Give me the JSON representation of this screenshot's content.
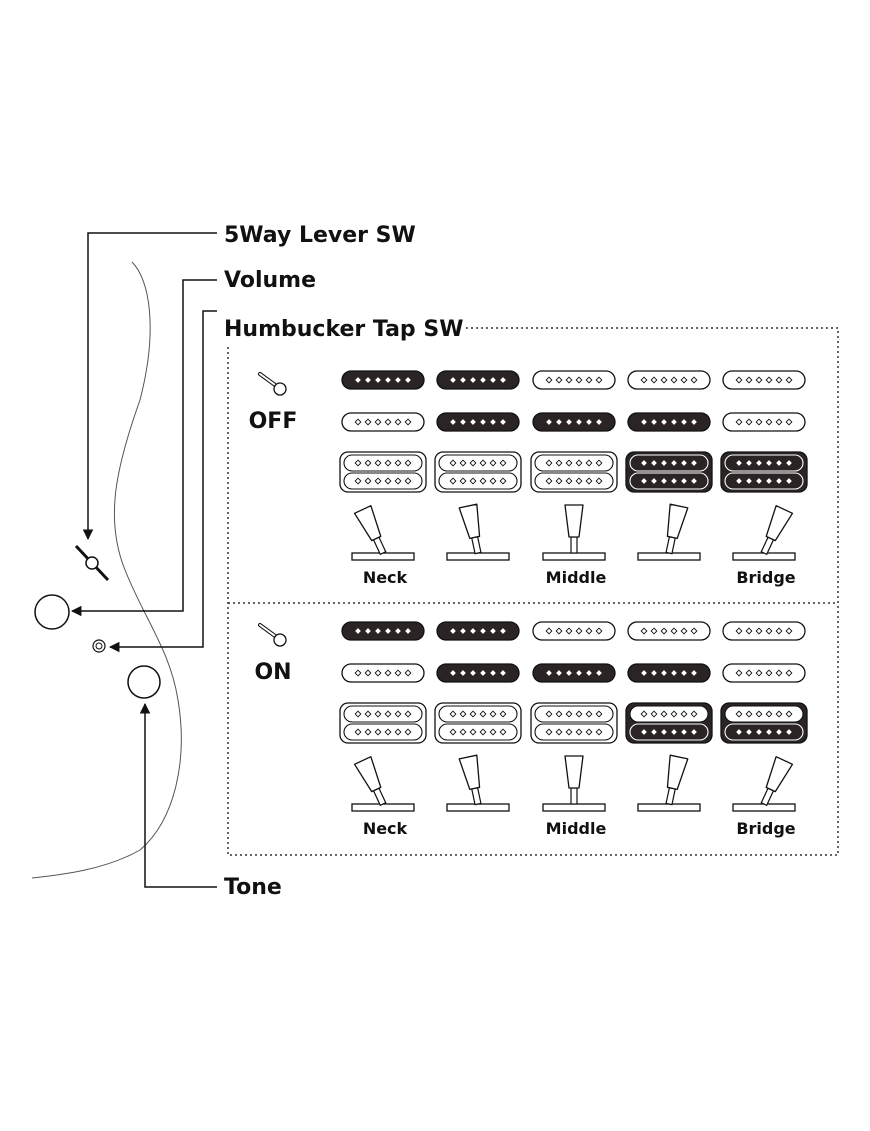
{
  "labels": {
    "lever_sw": "5Way Lever SW",
    "volume": "Volume",
    "tap_sw": "Humbucker Tap SW",
    "tone": "Tone"
  },
  "colors": {
    "ink": "#111111",
    "active": "#2a2424",
    "inactive": "#ffffff"
  },
  "panels": [
    {
      "state": "OFF",
      "positions": [
        {
          "active": [
            true,
            false,
            false
          ]
        },
        {
          "active": [
            true,
            true,
            false
          ]
        },
        {
          "active": [
            false,
            true,
            false
          ]
        },
        {
          "active": [
            false,
            true,
            true
          ]
        },
        {
          "active": [
            false,
            false,
            true
          ]
        }
      ],
      "position_labels": [
        "Neck",
        "",
        "Middle",
        "",
        "Bridge"
      ]
    },
    {
      "state": "ON",
      "positions": [
        {
          "active": [
            true,
            false,
            false
          ]
        },
        {
          "active": [
            true,
            true,
            false
          ]
        },
        {
          "active": [
            false,
            true,
            false
          ]
        },
        {
          "active": [
            false,
            true,
            "lower"
          ]
        },
        {
          "active": [
            false,
            false,
            "lower"
          ]
        }
      ],
      "position_labels": [
        "Neck",
        "",
        "Middle",
        "",
        "Bridge"
      ]
    }
  ]
}
